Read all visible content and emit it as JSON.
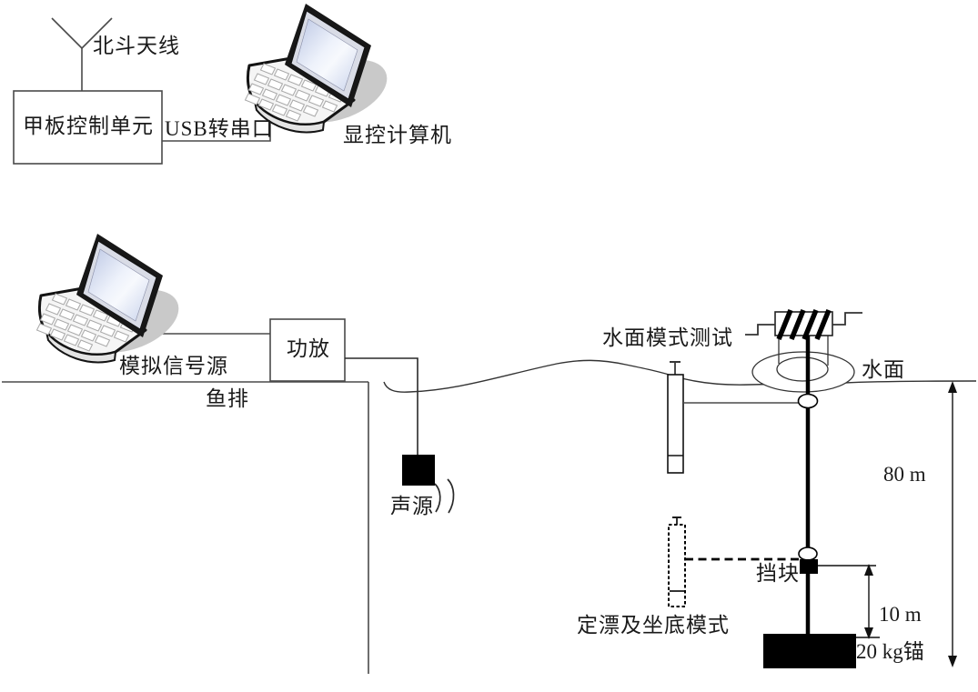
{
  "diagram": {
    "type": "sea-trial acoustic test setup schematic",
    "labels": {
      "beidou_antenna": "北斗天线",
      "deck_control_unit": "甲板控制单元",
      "usb_serial": "USB转串口",
      "display_computer": "显控计算机",
      "analog_signal_source": "模拟信号源",
      "fish_raft": "鱼排",
      "power_amplifier": "功放",
      "sound_source": "声源",
      "surface_mode_test": "水面模式测试",
      "water_surface": "水面",
      "stopper": "挡块",
      "drift_and_bottom_mode": "定漂及坐底模式",
      "depth_80m": "80 m",
      "spacing_10m": "10 m",
      "anchor_20kg": "20 kg锚"
    },
    "colors": {
      "background": "#ffffff",
      "structural_line": "#4a4a4a",
      "detail_line": "#222222",
      "solid_fill": "#000000",
      "laptop_screen": "#c9d3ec",
      "laptop_shadow": "#c9c9c9"
    }
  }
}
